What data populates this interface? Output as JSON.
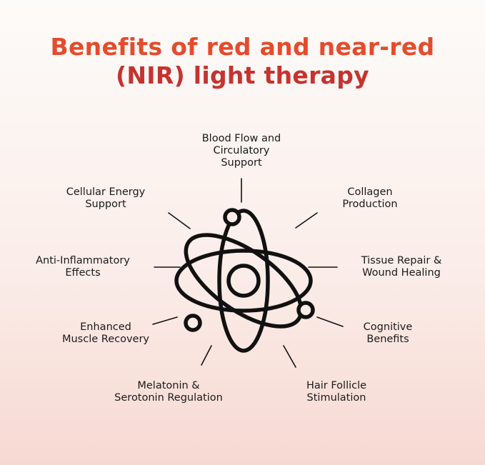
{
  "title": {
    "line1": "Benefits of red and near-red",
    "line2": "(NIR) light therapy"
  },
  "center_icon": "atom-icon",
  "benefits": [
    "Blood Flow and\nCirculatory\nSupport",
    "Collagen\nProduction",
    "Tissue Repair &\nWound Healing",
    "Cognitive\nBenefits",
    "Hair Follicle\nStimulation",
    "Melatonin &\nSerotonin Regulation",
    "Enhanced\nMuscle Recovery",
    "Anti-Inflammatory\nEffects",
    "Cellular Energy\nSupport"
  ],
  "colors": {
    "title_primary": "#e54b2c",
    "title_secondary": "#c6332f",
    "text": "#1a1a1a",
    "icon": "#111111"
  }
}
